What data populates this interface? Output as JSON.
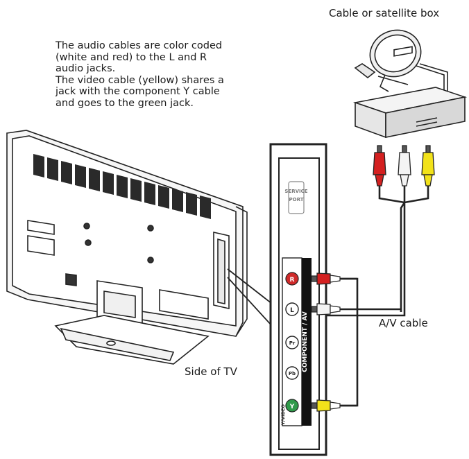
{
  "instructions": [
    "The audio cables are color coded",
    "(white and red) to the L and R",
    "audio jacks.",
    "The video cable (yellow) shares a",
    "jack with the component Y cable",
    "and goes to the green jack."
  ],
  "labels": {
    "cable_box": "Cable or satellite box",
    "av_cable": "A/V cable",
    "side_of_tv": "Side of TV"
  },
  "panel": {
    "service_port": [
      "SERVICE",
      "PORT"
    ],
    "component_av": "COMPONENT / AV",
    "y_video": "Y/VIDEO",
    "jacks": [
      "R",
      "L",
      "Pr",
      "Pb",
      "Y"
    ]
  },
  "colors": {
    "red_plug": "#d42020",
    "white_plug": "#f4f4f4",
    "yellow_plug": "#f2e21a",
    "green_jack": "#2f9a4a",
    "red_jack": "#cf2a2a"
  },
  "icons": [
    "satellite-dish-icon",
    "cable-box-icon",
    "tv-back-icon",
    "rca-plug-icon"
  ]
}
